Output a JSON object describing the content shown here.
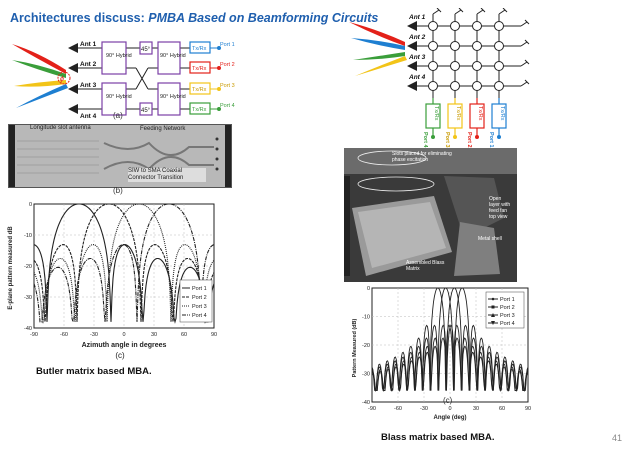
{
  "slide": {
    "title_prefix": "Architectures discuss: ",
    "title_italic": "PMBA Based on Beamforming Circuits",
    "butler_caption": "Butler matrix based MBA.",
    "blass_caption": "Blass matrix based MBA.",
    "page_number": "41"
  },
  "butler_diagram": {
    "ants": [
      "Ant 1",
      "Ant 2",
      "Ant 3",
      "Ant 4"
    ],
    "hybrid": "90° Hybrid",
    "shift": "45°",
    "txrx": "Tx/Rx",
    "ports": [
      "Port 1",
      "Port 2",
      "Port 3",
      "Port 4"
    ],
    "phi": "ϕ",
    "sublabel": "(a)",
    "colors": {
      "red": "#e32119",
      "green": "#3a9e3a",
      "yellow": "#f2c418",
      "blue": "#1e7fd1",
      "purple": "#7b3fa6"
    }
  },
  "butler_photo": {
    "label_slot": "Longitude slot antenna",
    "label_feed": "Feeding Network",
    "label_siw": "SIW to SMA Coaxial Connector Transition",
    "sublabel": "(b)"
  },
  "butler_plot": {
    "ylabel": "E-plane pattern measured dB",
    "xlabel": "Azimuth angle in degrees",
    "sublabel": "(c)",
    "yticks": [
      "0",
      "-10",
      "-20",
      "-30",
      "-40"
    ],
    "xticks": [
      "-90",
      "-60",
      "-30",
      "0",
      "30",
      "60",
      "90"
    ],
    "legend": [
      "Port 1",
      "Port 2",
      "Port 3",
      "Port 4"
    ]
  },
  "blass_diagram": {
    "ants": [
      "Ant 1",
      "Ant 2",
      "Ant 3",
      "Ant 4"
    ],
    "txrx": "Tx/Rx",
    "ports": [
      "Port 4",
      "Port 3",
      "Port 2",
      "Port 1"
    ]
  },
  "blass_photo": {
    "label_top": "Slots placed for eliminating phase excitation",
    "label_matrix": "Assembled Blass Matrix",
    "label_side": "Metal shell",
    "label_open": "Open layer with feed fan top view"
  },
  "blass_plot": {
    "ylabel": "Pattern Measured (dB)",
    "xlabel": "Angle (deg)",
    "sublabel": "(c)",
    "yticks": [
      "0",
      "-10",
      "-20",
      "-30",
      "-40"
    ],
    "xticks": [
      "-90",
      "-60",
      "-30",
      "0",
      "30",
      "60",
      "90"
    ],
    "legend": [
      "Port 1",
      "Port 2",
      "Port 3",
      "Port 4"
    ]
  }
}
